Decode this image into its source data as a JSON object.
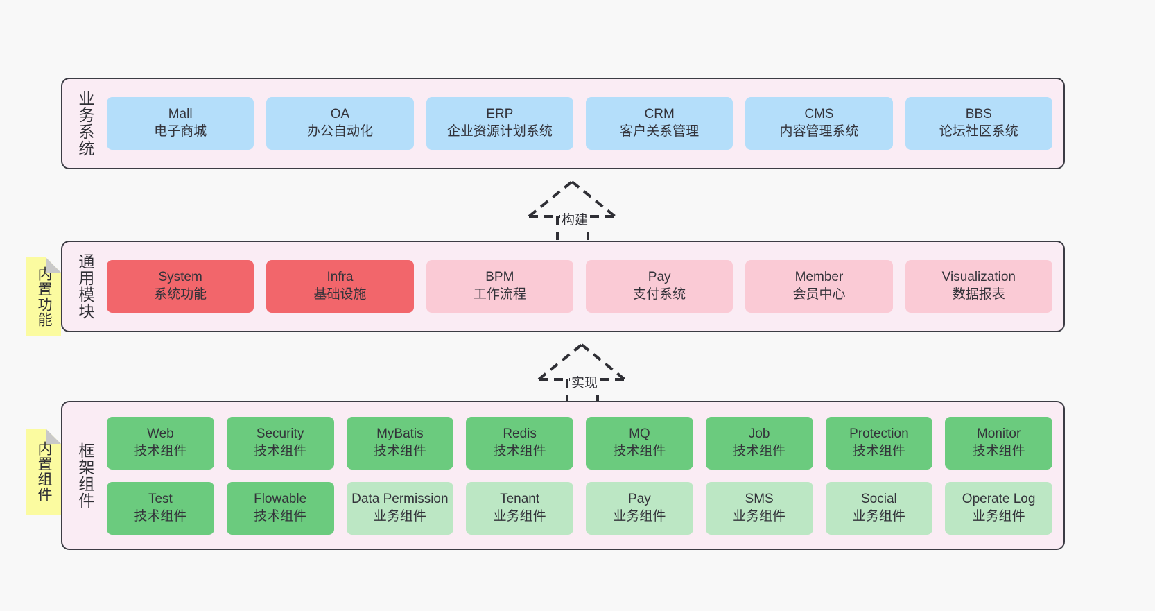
{
  "diagram": {
    "title": "ruoyi-vue-pro architecture layers",
    "background": "#F8F8F8",
    "layers": [
      {
        "id": "business",
        "label": "业务系统",
        "rows": [
          {
            "boxes": [
              {
                "en": "Mall",
                "cn": "电子商城",
                "color": "#B4DEFA",
                "style": "c-blue"
              },
              {
                "en": "OA",
                "cn": "办公自动化",
                "color": "#B4DEFA",
                "style": "c-blue"
              },
              {
                "en": "ERP",
                "cn": "企业资源计划系统",
                "color": "#B4DEFA",
                "style": "c-blue"
              },
              {
                "en": "CRM",
                "cn": "客户关系管理",
                "color": "#B4DEFA",
                "style": "c-blue"
              },
              {
                "en": "CMS",
                "cn": "内容管理系统",
                "color": "#B4DEFA",
                "style": "c-blue"
              },
              {
                "en": "BBS",
                "cn": "论坛社区系统",
                "color": "#B4DEFA",
                "style": "c-blue"
              }
            ]
          }
        ]
      },
      {
        "id": "common",
        "label": "通用模块",
        "note": "内置功能",
        "rows": [
          {
            "boxes": [
              {
                "en": "System",
                "cn": "系统功能",
                "color": "#F2666B",
                "style": "c-red"
              },
              {
                "en": "Infra",
                "cn": "基础设施",
                "color": "#F2666B",
                "style": "c-red"
              },
              {
                "en": "BPM",
                "cn": "工作流程",
                "color": "#FACAD5",
                "style": "c-pink"
              },
              {
                "en": "Pay",
                "cn": "支付系统",
                "color": "#FACAD5",
                "style": "c-pink"
              },
              {
                "en": "Member",
                "cn": "会员中心",
                "color": "#FACAD5",
                "style": "c-pink"
              },
              {
                "en": "Visualization",
                "cn": "数据报表",
                "color": "#FACAD5",
                "style": "c-pink"
              }
            ]
          }
        ]
      },
      {
        "id": "framework",
        "label": "框架组件",
        "note": "内置组件",
        "rows": [
          {
            "boxes": [
              {
                "en": "Web",
                "cn": "技术组件",
                "color": "#6BCB7E",
                "style": "c-green"
              },
              {
                "en": "Security",
                "cn": "技术组件",
                "color": "#6BCB7E",
                "style": "c-green"
              },
              {
                "en": "MyBatis",
                "cn": "技术组件",
                "color": "#6BCB7E",
                "style": "c-green"
              },
              {
                "en": "Redis",
                "cn": "技术组件",
                "color": "#6BCB7E",
                "style": "c-green"
              },
              {
                "en": "MQ",
                "cn": "技术组件",
                "color": "#6BCB7E",
                "style": "c-green"
              },
              {
                "en": "Job",
                "cn": "技术组件",
                "color": "#6BCB7E",
                "style": "c-green"
              },
              {
                "en": "Protection",
                "cn": "技术组件",
                "color": "#6BCB7E",
                "style": "c-green"
              },
              {
                "en": "Monitor",
                "cn": "技术组件",
                "color": "#6BCB7E",
                "style": "c-green"
              }
            ]
          },
          {
            "boxes": [
              {
                "en": "Test",
                "cn": "技术组件",
                "color": "#6BCB7E",
                "style": "c-green"
              },
              {
                "en": "Flowable",
                "cn": "技术组件",
                "color": "#6BCB7E",
                "style": "c-green"
              },
              {
                "en": "Data Permission",
                "cn": "业务组件",
                "color": "#BCE7C4",
                "style": "c-lightgreen"
              },
              {
                "en": "Tenant",
                "cn": "业务组件",
                "color": "#BCE7C4",
                "style": "c-lightgreen"
              },
              {
                "en": "Pay",
                "cn": "业务组件",
                "color": "#BCE7C4",
                "style": "c-lightgreen"
              },
              {
                "en": "SMS",
                "cn": "业务组件",
                "color": "#BCE7C4",
                "style": "c-lightgreen"
              },
              {
                "en": "Social",
                "cn": "业务组件",
                "color": "#BCE7C4",
                "style": "c-lightgreen"
              },
              {
                "en": "Operate Log",
                "cn": "业务组件",
                "color": "#BCE7C4",
                "style": "c-lightgreen"
              }
            ]
          }
        ]
      }
    ],
    "arrows": [
      {
        "id": "build",
        "label": "构建",
        "from": "common",
        "to": "business"
      },
      {
        "id": "implement",
        "label": "实现",
        "from": "framework",
        "to": "common"
      }
    ]
  }
}
